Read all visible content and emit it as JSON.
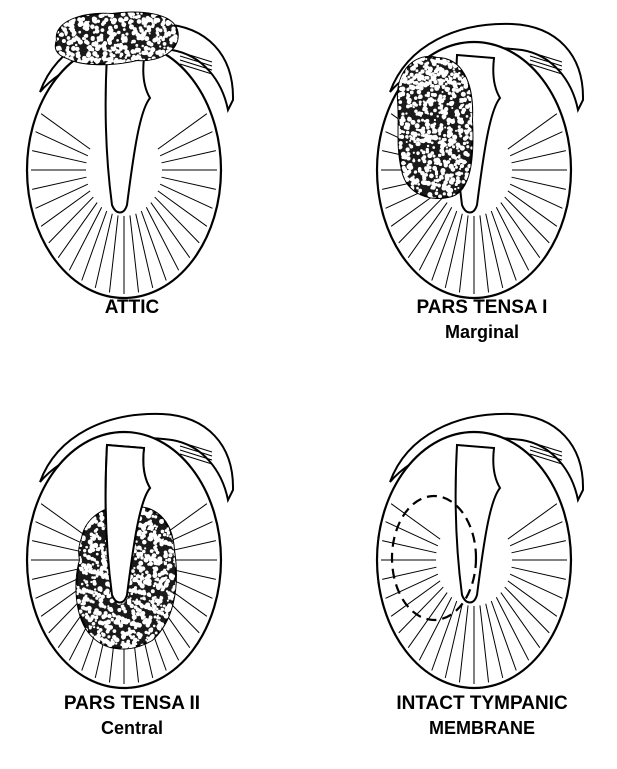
{
  "figure": {
    "panels": [
      {
        "id": "attic",
        "line1": "ATTIC",
        "line2": "",
        "lesion": "attic"
      },
      {
        "id": "pars-tensa-1",
        "line1": "PARS TENSA I",
        "line2": "Marginal",
        "lesion": "marginal"
      },
      {
        "id": "pars-tensa-2",
        "line1": "PARS TENSA II",
        "line2": "Central",
        "lesion": "central"
      },
      {
        "id": "intact",
        "line1": "INTACT TYMPANIC",
        "line2": "MEMBRANE",
        "lesion": "dashed-outline"
      }
    ]
  },
  "colors": {
    "ink": "#000000",
    "paper": "#ffffff"
  }
}
